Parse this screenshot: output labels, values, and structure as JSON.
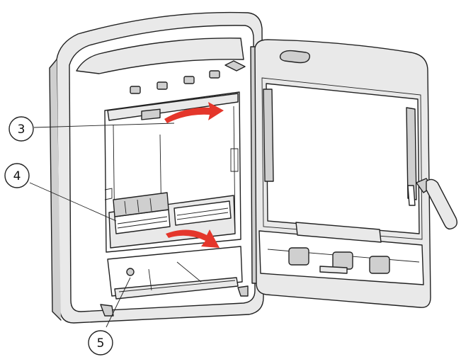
{
  "diagram": {
    "callouts": [
      {
        "id": "3",
        "label": "3"
      },
      {
        "id": "4",
        "label": "4"
      },
      {
        "id": "5",
        "label": "5"
      }
    ],
    "colors": {
      "arrow": "#e4362b",
      "line": "#222222",
      "fill_light": "#e9e9e9"
    }
  }
}
